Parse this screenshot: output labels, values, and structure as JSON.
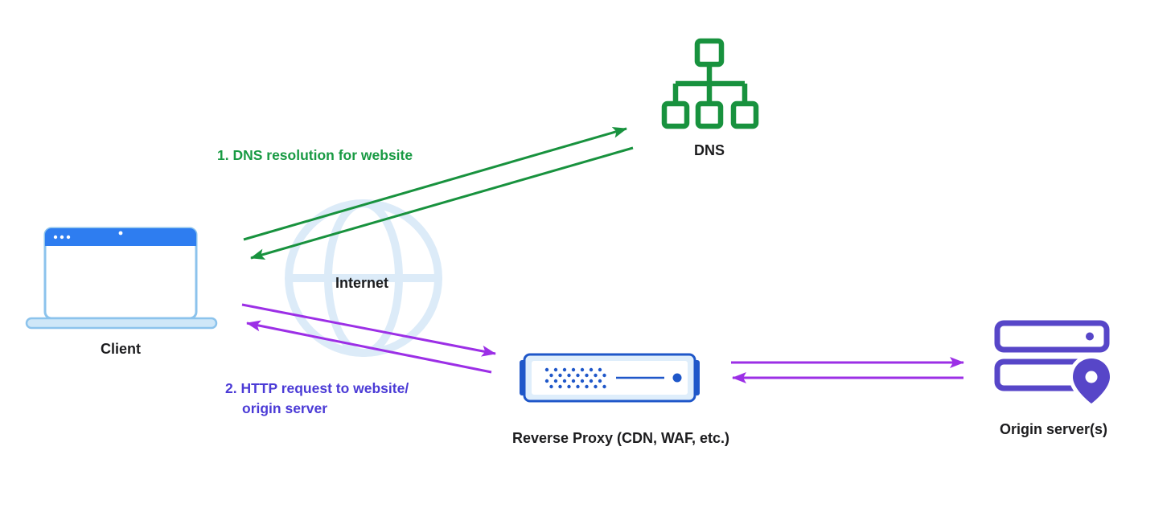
{
  "nodes": {
    "client": {
      "label": "Client",
      "icon": "laptop-icon"
    },
    "dns": {
      "label": "DNS",
      "icon": "network-tree-icon"
    },
    "internet": {
      "label": "Internet",
      "icon": "globe-icon"
    },
    "reverse_proxy": {
      "label": "Reverse Proxy (CDN, WAF, etc.)",
      "icon": "server-appliance-icon"
    },
    "origin": {
      "label": "Origin server(s)",
      "icon": "server-stack-pin-icon"
    }
  },
  "annotations": {
    "step1": {
      "text": "1. DNS resolution for website",
      "color": "#189a43"
    },
    "step2": {
      "line1": "2. HTTP request to website/",
      "line2": "origin server",
      "color": "#4b3bd6"
    }
  },
  "colors": {
    "dns_green": "#18923e",
    "arrow_green": "#18923e",
    "arrow_purple": "#9c2fe6",
    "proxy_blue": "#1f57c9",
    "proxy_fill": "#dfeefb",
    "laptop_accent": "#2e7df0",
    "laptop_light": "#cfe7f8",
    "laptop_stroke": "#8cc3ec",
    "globe_light": "#dcebf8",
    "origin_purple": "#5746c8",
    "label_text": "#1c1c1e",
    "background": "#ffffff"
  }
}
